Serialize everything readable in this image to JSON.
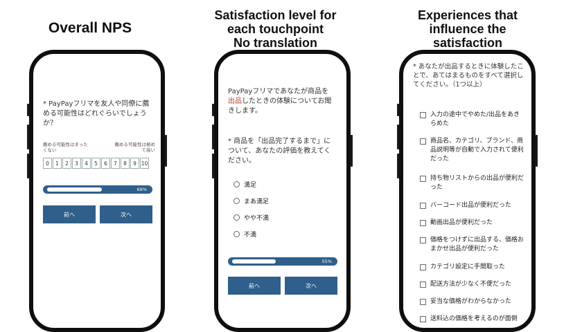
{
  "titles": {
    "nps": "Overall NPS",
    "touchpoint": [
      "Satisfaction level for",
      "each touchpoint",
      "No translation"
    ],
    "experiences": [
      "Experiences that",
      "influence the",
      "satisfaction"
    ]
  },
  "nps_screen": {
    "question": "* PayPayフリマを友人や同僚に薦める可能性はどれぐらいでしょうか？",
    "scale_low_label": "薦める可能性はまったくない",
    "scale_high_label": "薦める可能性は極めて高い",
    "scale": [
      "0",
      "1",
      "2",
      "3",
      "4",
      "5",
      "6",
      "7",
      "8",
      "9",
      "10"
    ],
    "progress_label": "69%",
    "progress_value": 0.69,
    "prev_button": "前へ",
    "next_button": "次へ"
  },
  "touchpoint_screen": {
    "intro_a": "PayPayフリマであなたが商品を",
    "intro_highlight": "出品",
    "intro_b": "したときの体験についてお聞きします。",
    "question": "* 商品を「出品完了するまで」について、あなたの評価を教えてください。",
    "options": [
      "満足",
      "まあ満足",
      "やや不満",
      "不満"
    ],
    "progress_label": "55%",
    "progress_value": 0.55,
    "prev_button": "前へ",
    "next_button": "次へ"
  },
  "experience_screen": {
    "question": "* あなたが出品するときに体験したことで、あてはまるものをすべて選択してください。（1つ以上）",
    "options": [
      "入力の途中でやめた/出品をあきらめた",
      "商品名、カテゴリ、ブランド、商品説明等が自動で入力されて便利だった",
      "持ち物リストからの出品が便利だった",
      "バーコード出品が便利だった",
      "動画出品が便利だった",
      "価格をつけずに出品する、価格おまかせ出品が便利だった",
      "カテゴリ設定に手間取った",
      "配送方法が少なく不便だった",
      "妥当な価格がわからなかった",
      "送料込の価格を考えるのが面倒"
    ]
  },
  "colors": {
    "accent": "#2f5f8a",
    "highlight": "#c0392b"
  }
}
